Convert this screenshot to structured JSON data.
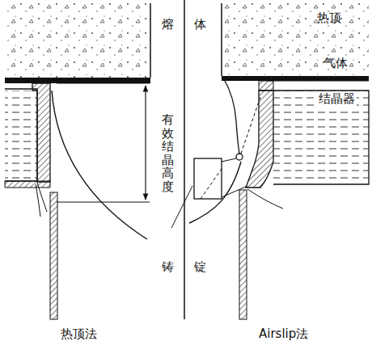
{
  "diagram": {
    "labels": [
      "熔",
      "体",
      "热顶",
      "气体",
      "结晶器",
      "有效结晶高度",
      "铸",
      "锭",
      "热顶法",
      "Airslip法"
    ]
  }
}
